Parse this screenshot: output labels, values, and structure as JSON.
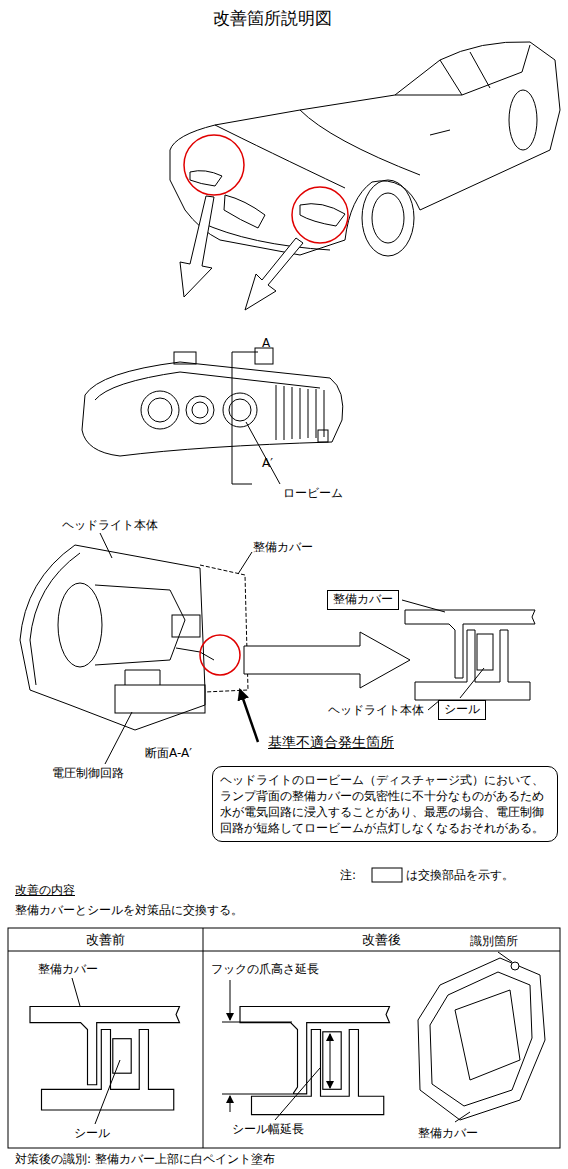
{
  "diagram": {
    "title": "改善箇所説明図",
    "nodes": [
      {
        "text": [
          "整備カバー"
        ]
      },
      {
        "text": [
          "シール"
        ]
      },
      {
        "text": [
          "ヘッドライトのロービーム（ディスチャージ式）において、ランプ背面の整備カバーの気密性に不十分なものがあるため水が電気回路に浸入することがあり、最悪の場合、電圧制御回路が短絡してロービームが点灯しなくなるおそれがある。"
        ]
      }
    ],
    "labels": [
      "A",
      "A′",
      "ロービーム",
      "ヘッドライト本体",
      "整備カバー",
      "断面A-A′",
      "電圧制御回路",
      "基準不適合発生箇所",
      "ヘッドライト本体",
      "注:",
      "は交換部品を示す。",
      "改善の内容",
      "整備カバーとシールを対策品に交換する。",
      "改善前",
      "改善後",
      "整備カバー",
      "シール",
      "フックの爪高さ延長",
      "シール幅延長",
      "識別箇所",
      "整備カバー",
      "対策後の識別: 整備カバー上部に白ペイント塗布"
    ]
  }
}
